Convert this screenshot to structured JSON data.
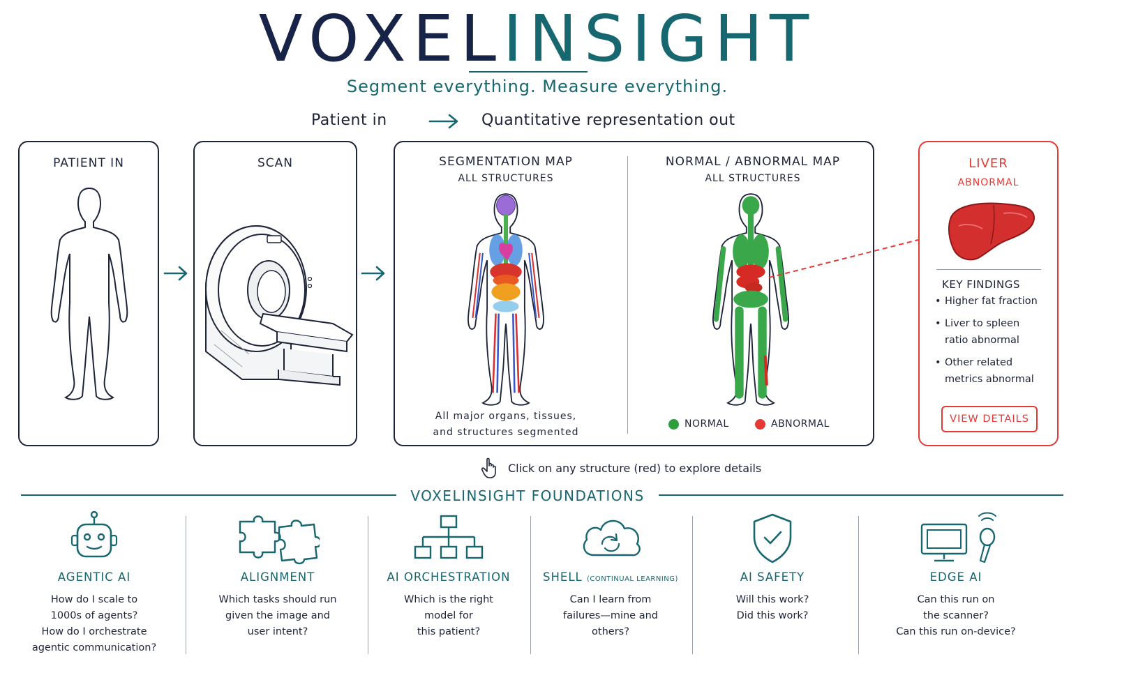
{
  "header": {
    "brand_part1": "VOXEL",
    "brand_part2": "INSIGHT",
    "tagline": "Segment everything.  Measure everything.",
    "flow_left": "Patient in",
    "flow_right": "Quantitative representation out"
  },
  "panels": {
    "patient_title": "PATIENT IN",
    "scan_title": "SCAN",
    "segmentation_title": "SEGMENTATION MAP",
    "segmentation_subtitle": "ALL STRUCTURES",
    "segmentation_caption_1": "All major organs, tissues,",
    "segmentation_caption_2": "and structures segmented",
    "normal_abnormal_title": "NORMAL / ABNORMAL MAP",
    "normal_abnormal_subtitle": "ALL STRUCTURES",
    "legend_normal": "NORMAL",
    "legend_abnormal": "ABNORMAL"
  },
  "liver_card": {
    "title": "LIVER",
    "status": "ABNORMAL",
    "findings_title": "KEY FINDINGS",
    "findings": [
      "Higher fat fraction",
      "Liver to spleen ratio abnormal",
      "Other related metrics abnormal"
    ],
    "button_label": "VIEW DETAILS"
  },
  "hint": "Click on any structure (red) to explore details",
  "foundations": {
    "title": "VOXELINSIGHT FOUNDATIONS",
    "items": [
      {
        "title": "AGENTIC AI",
        "icon": "robot-icon",
        "lines": [
          "How do I scale to",
          "1000s of agents?",
          "How do I orchestrate",
          "agentic communication?"
        ]
      },
      {
        "title": "ALIGNMENT",
        "icon": "puzzle-icon",
        "lines": [
          "Which tasks should run",
          "given the image and",
          "user intent?"
        ]
      },
      {
        "title": "AI ORCHESTRATION",
        "icon": "hierarchy-icon",
        "lines": [
          "Which is the right",
          "model for",
          "this patient?"
        ]
      },
      {
        "title": "SHELL",
        "title_small": "(CONTINUAL LEARNING)",
        "icon": "cloud-sync-icon",
        "lines": [
          "Can I learn from",
          "failures—mine and",
          "others?"
        ]
      },
      {
        "title": "AI SAFETY",
        "icon": "shield-check-icon",
        "lines": [
          "Will this work?",
          "Did this work?"
        ]
      },
      {
        "title": "EDGE AI",
        "icon": "monitor-probe-icon",
        "lines": [
          "Can this run on",
          "the scanner?",
          "Can this run on-device?"
        ]
      }
    ]
  },
  "colors": {
    "navy": "#172447",
    "teal": "#16676f",
    "alert_red": "#e53935",
    "normal_green": "#2e9e3a"
  }
}
